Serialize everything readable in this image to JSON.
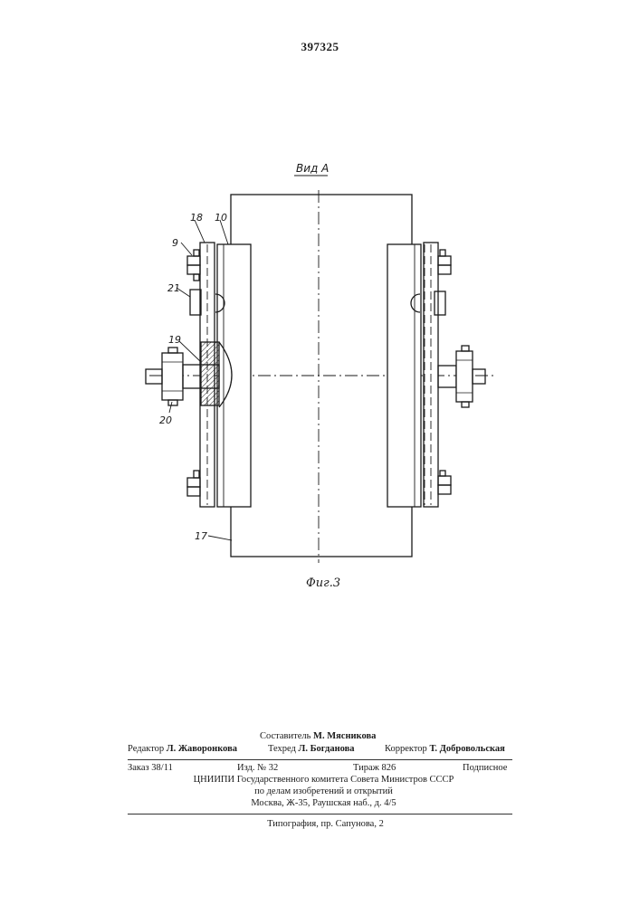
{
  "patent_number": "397325",
  "drawing": {
    "view_label": "Вид А",
    "figure_label": "Фиг.3",
    "callouts": [
      "9",
      "18",
      "10",
      "21",
      "19",
      "20",
      "17"
    ]
  },
  "imprint": {
    "compiler_label": "Составитель",
    "compiler_name": "М. Мясникова",
    "editor_label": "Редактор",
    "editor_name": "Л. Жаворонкова",
    "techred_label": "Техред",
    "techred_name": "Л. Богданова",
    "corrector_label": "Корректор",
    "corrector_name": "Т. Добровольская",
    "order": "Заказ 38/11",
    "edition": "Изд. № 32",
    "print_run": "Тираж 826",
    "subscription": "Подписное",
    "org_line1": "ЦНИИПИ Государственного комитета Совета Министров СССР",
    "org_line2": "по делам изобретений и открытий",
    "org_line3": "Москва, Ж-35, Раушская наб., д. 4/5",
    "printer": "Типография, пр. Сапунова, 2"
  }
}
